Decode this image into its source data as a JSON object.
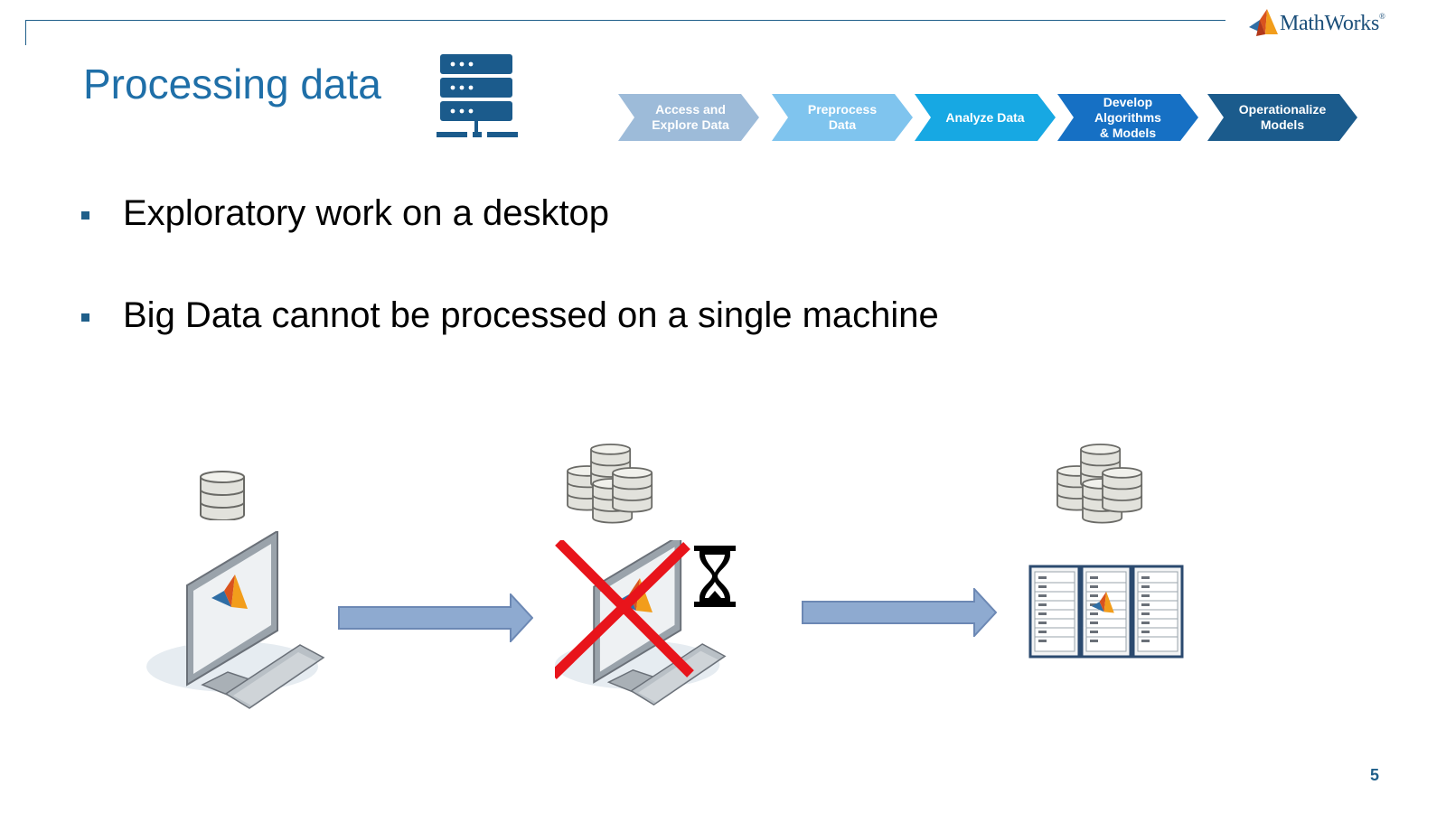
{
  "brand": {
    "logo_text": "MathWorks",
    "trademark": "®",
    "colors": {
      "primary": "#1f5f8a",
      "title": "#1f6fa8"
    }
  },
  "slide": {
    "title": "Processing data",
    "title_icon": "server-rack-icon",
    "page_number": "5"
  },
  "workflow": {
    "steps": [
      {
        "label": "Access and\nExplore Data",
        "color": "#9dbbd9"
      },
      {
        "label": "Preprocess\nData",
        "color": "#7fc4ee"
      },
      {
        "label": "Analyze Data",
        "color": "#17a8e3"
      },
      {
        "label": "Develop\nAlgorithms\n& Models",
        "color": "#1670c4"
      },
      {
        "label": "Operationalize\nModels",
        "color": "#1b5b8c"
      }
    ],
    "active_step": "Analyze Data"
  },
  "bullets": [
    {
      "text": "Exploratory work on a desktop"
    },
    {
      "text": "Big Data cannot be processed on a single machine"
    }
  ],
  "diagram": {
    "icons": [
      "database-icon",
      "desktop-matlab-icon",
      "arrow-right-icon",
      "database-stack-icon",
      "desktop-crossed-out-icon",
      "hourglass-icon",
      "arrow-right-icon",
      "database-stack-icon",
      "server-cluster-icon"
    ],
    "cross_color": "#e8141b"
  }
}
